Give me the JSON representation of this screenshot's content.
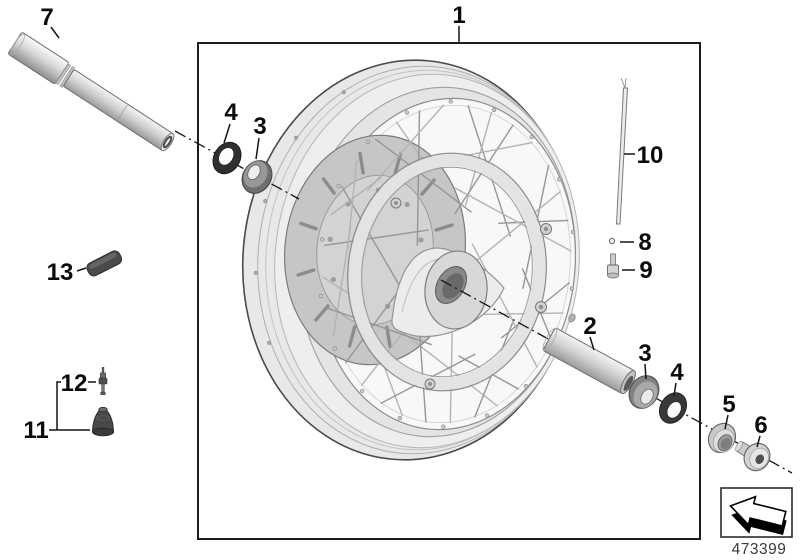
{
  "figure": {
    "document_number": "473399"
  },
  "callouts": {
    "c1": "1",
    "c2": "2",
    "c3": "3",
    "c4": "4",
    "c5": "5",
    "c6": "6",
    "c7": "7",
    "c8": "8",
    "c9": "9",
    "c10": "10",
    "c11": "11",
    "c12": "12",
    "c13": "13"
  },
  "icons": {
    "direction_arrow": "arrow-down-left"
  },
  "colors": {
    "line": "#161616",
    "background": "#ffffff",
    "metal_light": "#ededed",
    "metal_mid": "#c9c9c9",
    "metal_dark": "#3f3f3f"
  }
}
